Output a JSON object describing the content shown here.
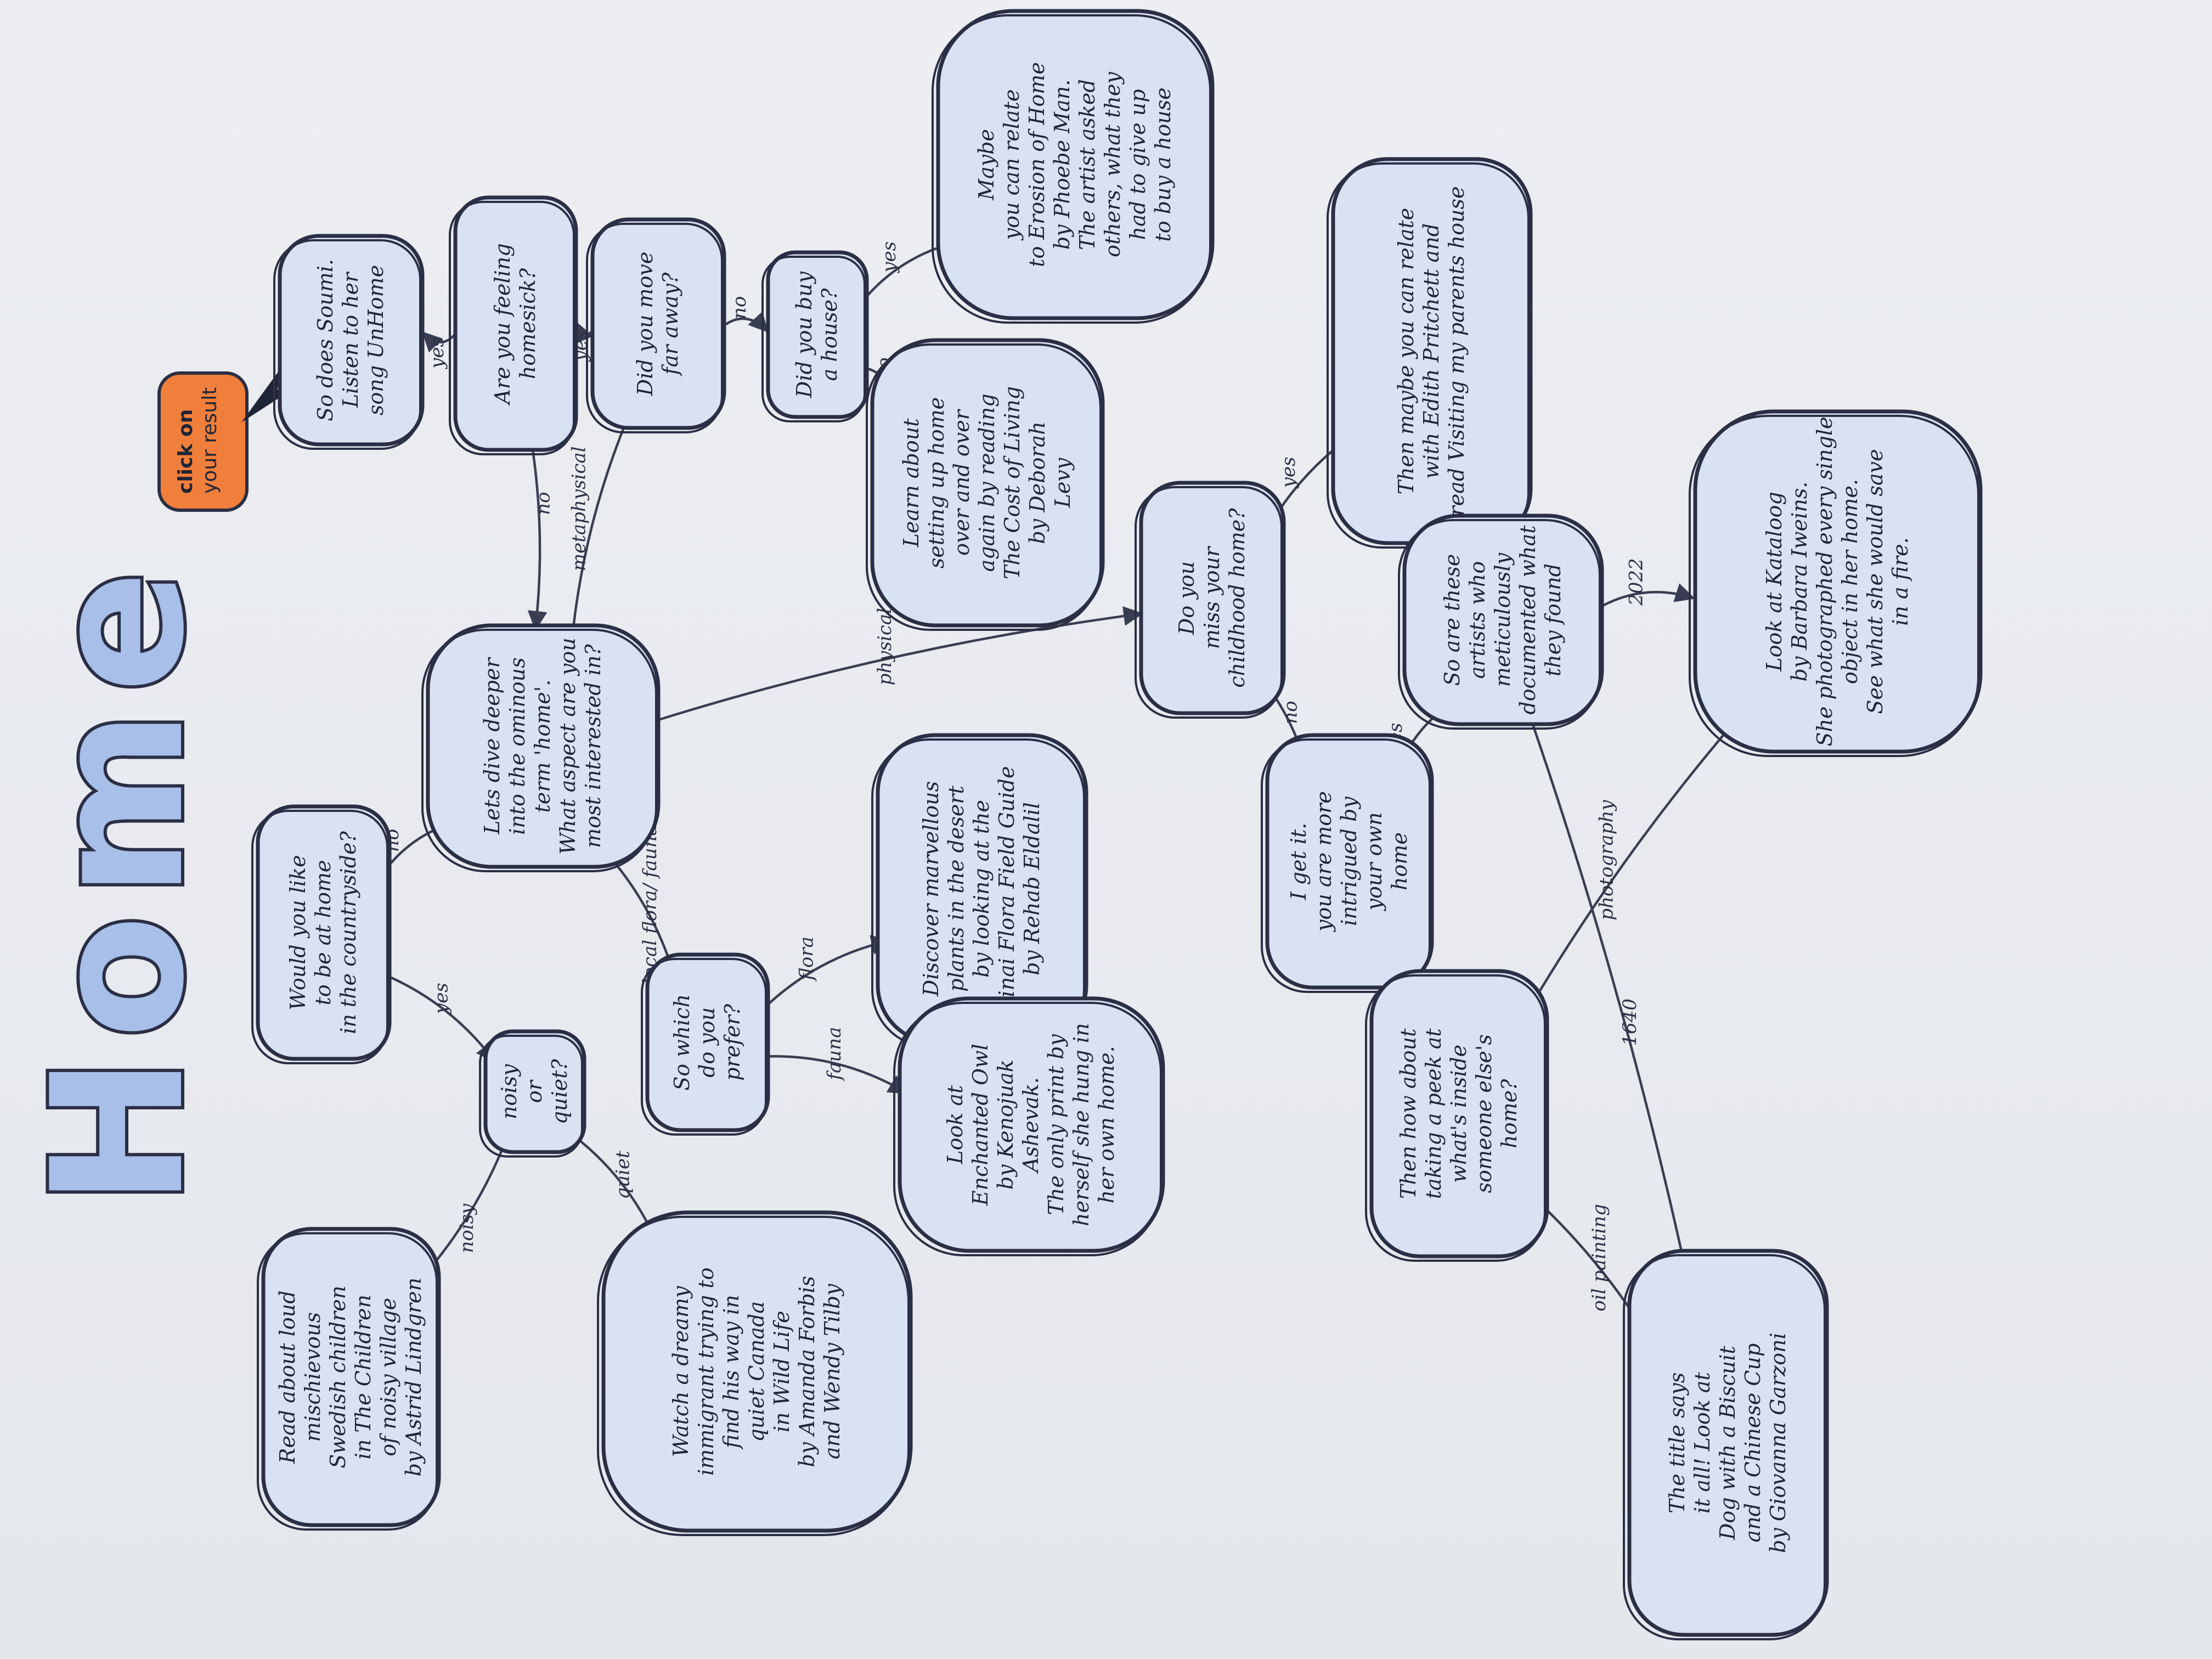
{
  "title": "Home",
  "click_button": {
    "line1": "click on",
    "line2": "your result"
  },
  "colors": {
    "bubble_fill": "#d8e2f3",
    "ink": "#2b2f45",
    "button": "#f07f3c",
    "paper": "#e9ebef"
  },
  "nodes": [
    {
      "id": "countryside",
      "lines": [
        "Would you like",
        "to be at home",
        "in the countryside?"
      ]
    },
    {
      "id": "noisy-quiet",
      "lines": [
        "noisy",
        "or",
        "quiet?"
      ]
    },
    {
      "id": "result-lindgren",
      "lines": [
        "Read about loud",
        "mischievous",
        "Swedish children",
        "in The Children",
        "of noisy village",
        "by Astrid Lindgren"
      ]
    },
    {
      "id": "result-wild-life",
      "lines": [
        "Watch a dreamy",
        "immigrant trying to",
        "find his way in",
        "quiet Canada",
        "in Wild Life",
        "by Amanda Forbis",
        "and Wendy Tilby"
      ]
    },
    {
      "id": "dive-deeper",
      "lines": [
        "Lets dive deeper",
        "into the ominous",
        "term 'home'.",
        "What aspect are you",
        "most interested in?"
      ]
    },
    {
      "id": "prefer",
      "lines": [
        "So which",
        "do you",
        "prefer?"
      ]
    },
    {
      "id": "result-sinai",
      "lines": [
        "Discover marvellous",
        "plants in the desert",
        "by looking at the",
        "Sinai Flora Field Guide",
        "by Rehab Eldalil"
      ]
    },
    {
      "id": "result-owl",
      "lines": [
        "Look at",
        "Enchanted Owl",
        "by Kenojuak",
        "Ashevak.",
        "The only print by",
        "herself she hung in",
        "her own home."
      ]
    },
    {
      "id": "homesick",
      "lines": [
        "Are you feeling",
        "homesick?"
      ]
    },
    {
      "id": "result-soumi",
      "lines": [
        "So does Soumi.",
        "Listen to her",
        "song UnHome"
      ]
    },
    {
      "id": "moved",
      "lines": [
        "Did you move",
        "far away?"
      ]
    },
    {
      "id": "bought",
      "lines": [
        "Did you buy",
        "a house?"
      ]
    },
    {
      "id": "result-erosion",
      "lines": [
        "Maybe",
        "you can relate",
        "to Erosion of Home",
        "by Phoebe Man.",
        "The artist asked",
        "others, what they",
        "had to give up",
        "to buy a house"
      ]
    },
    {
      "id": "result-levy",
      "lines": [
        "Learn about",
        "setting up home",
        "over and over",
        "again by reading",
        "The Cost of Living",
        "by Deborah",
        "Levy"
      ]
    },
    {
      "id": "childhood",
      "lines": [
        "Do you",
        "miss your",
        "childhood home?"
      ]
    },
    {
      "id": "result-pritchett",
      "lines": [
        "Then maybe you can relate",
        "with Edith Pritchett and",
        "read Visiting my parents house"
      ]
    },
    {
      "id": "intrigued",
      "lines": [
        "I get it.",
        "you are more",
        "intrigued by",
        "your own",
        "home"
      ]
    },
    {
      "id": "artists",
      "lines": [
        "So are these",
        "artists who",
        "meticulously",
        "documented what",
        "they found"
      ]
    },
    {
      "id": "result-kataloog",
      "lines": [
        "Look at Kataloog",
        "by Barbara Iweins.",
        "She photographed every single",
        "object in her home.",
        "See what she would save",
        "in a fire."
      ]
    },
    {
      "id": "peek",
      "lines": [
        "Then how about",
        "taking a peek at",
        "what's inside",
        "someone else's",
        "home?"
      ]
    },
    {
      "id": "result-garzoni",
      "lines": [
        "The title says",
        "it all! Look at",
        "Dog with a Biscuit",
        "and a Chinese Cup",
        "by Giovanna Garzoni"
      ]
    }
  ],
  "edges": [
    {
      "from": "countryside",
      "to": "noisy-quiet",
      "label": "yes"
    },
    {
      "from": "countryside",
      "to": "dive-deeper",
      "label": "no"
    },
    {
      "from": "noisy-quiet",
      "to": "result-lindgren",
      "label": "noisy"
    },
    {
      "from": "noisy-quiet",
      "to": "result-wild-life",
      "label": "quiet"
    },
    {
      "from": "dive-deeper",
      "to": "prefer",
      "label": "local flora/ fauna"
    },
    {
      "from": "dive-deeper",
      "to": "moved",
      "label": "metaphysical"
    },
    {
      "from": "dive-deeper",
      "to": "childhood",
      "label": "physical"
    },
    {
      "from": "prefer",
      "to": "result-sinai",
      "label": "flora"
    },
    {
      "from": "prefer",
      "to": "result-owl",
      "label": "fauna"
    },
    {
      "from": "moved",
      "to": "homesick",
      "label": "yes"
    },
    {
      "from": "homesick",
      "to": "dive-deeper",
      "label": "no"
    },
    {
      "from": "homesick",
      "to": "result-soumi",
      "label": "yes"
    },
    {
      "from": "moved",
      "to": "bought",
      "label": "no"
    },
    {
      "from": "bought",
      "to": "result-erosion",
      "label": "yes"
    },
    {
      "from": "bought",
      "to": "result-levy",
      "label": "no"
    },
    {
      "from": "childhood",
      "to": "result-pritchett",
      "label": "yes"
    },
    {
      "from": "childhood",
      "to": "intrigued",
      "label": "no"
    },
    {
      "from": "intrigued",
      "to": "artists",
      "label": "yes"
    },
    {
      "from": "intrigued",
      "to": "peek",
      "label": "no"
    },
    {
      "from": "artists",
      "to": "result-kataloog",
      "label": "2022"
    },
    {
      "from": "artists",
      "to": "result-garzoni",
      "label": "1640"
    },
    {
      "from": "peek",
      "to": "result-kataloog",
      "label": "photography"
    },
    {
      "from": "peek",
      "to": "result-garzoni",
      "label": "oil painting"
    }
  ]
}
